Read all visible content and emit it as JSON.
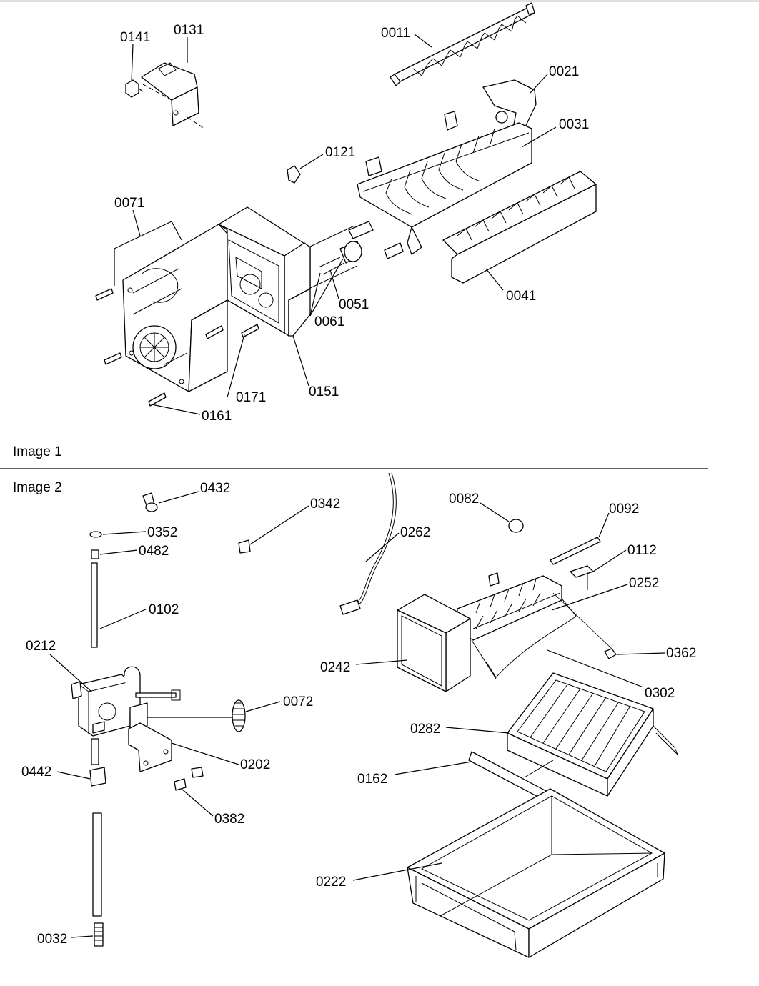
{
  "sections": [
    {
      "id": "image-1",
      "title": "Image 1"
    },
    {
      "id": "image-2",
      "title": "Image 2"
    }
  ],
  "image1_labels": {
    "p0141": "0141",
    "p0131": "0131",
    "p0011": "0011",
    "p0021": "0021",
    "p0031": "0031",
    "p0121": "0121",
    "p0071": "0071",
    "p0051": "0051",
    "p0061": "0061",
    "p0041": "0041",
    "p0171": "0171",
    "p0151": "0151",
    "p0161": "0161"
  },
  "image2_labels": {
    "p0432": "0432",
    "p0342": "0342",
    "p0352": "0352",
    "p0482": "0482",
    "p0102": "0102",
    "p0212": "0212",
    "p0072": "0072",
    "p0202": "0202",
    "p0442": "0442",
    "p0382": "0382",
    "p0032": "0032",
    "p0262": "0262",
    "p0082": "0082",
    "p0092": "0092",
    "p0112": "0112",
    "p0252": "0252",
    "p0362": "0362",
    "p0242": "0242",
    "p0302": "0302",
    "p0282": "0282",
    "p0162": "0162",
    "p0222": "0222"
  }
}
